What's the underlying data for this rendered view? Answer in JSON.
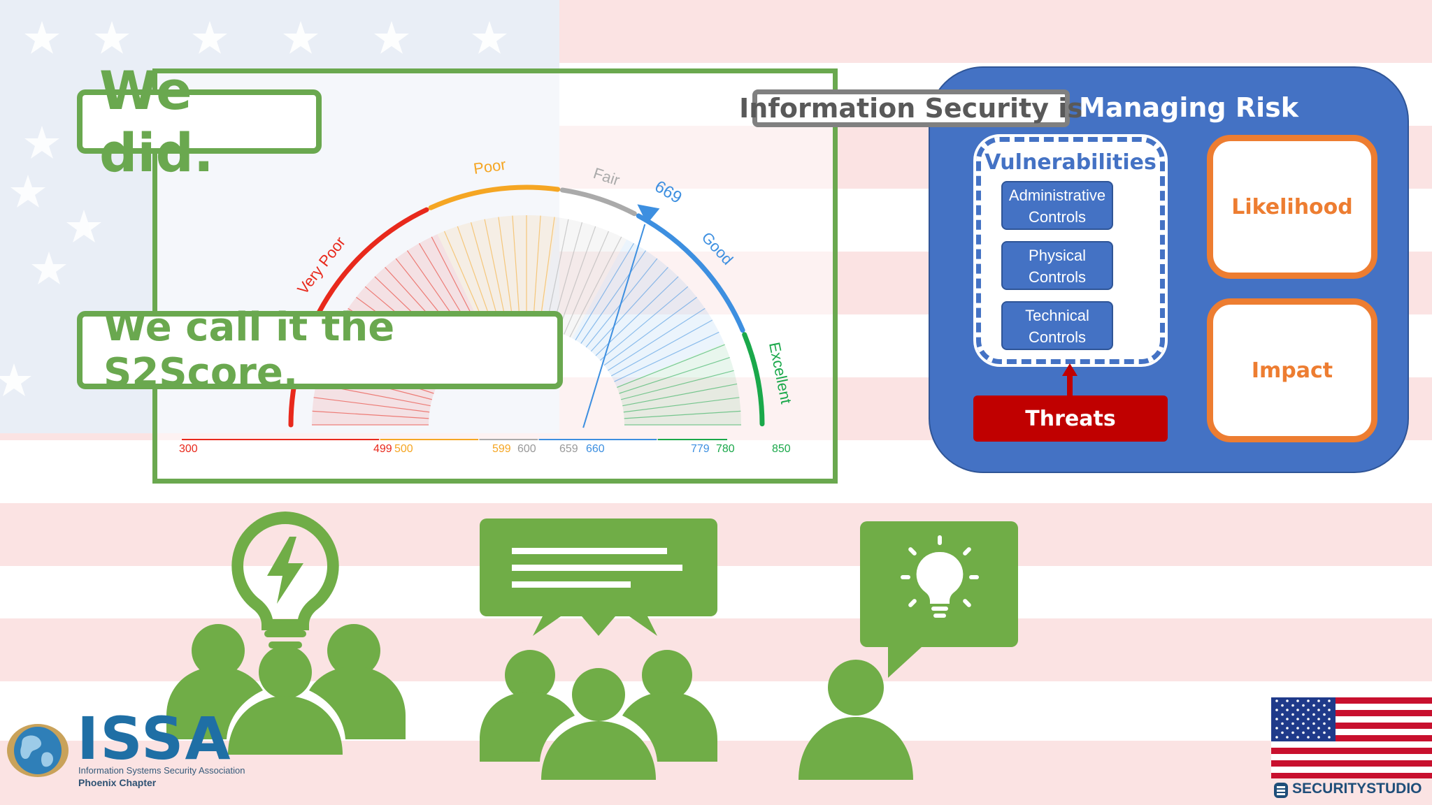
{
  "callouts": {
    "we_did": "We did.",
    "s2score": "We call it the S2Score."
  },
  "gauge": {
    "band_labels": [
      "Very Poor",
      "Poor",
      "Fair",
      "Good",
      "Excellent"
    ],
    "band_colors": [
      "#e8291c",
      "#f5a623",
      "#aaaaaa",
      "#3d8fe0",
      "#1aa84a"
    ],
    "score": "669",
    "scale_min": 300,
    "scale_max": 850,
    "score_value": 669,
    "scale_ticks": [
      {
        "text": "300",
        "color": "#e8291c"
      },
      {
        "text": "499",
        "color": "#e8291c"
      },
      {
        "text": "500",
        "color": "#f5a623"
      },
      {
        "text": "599",
        "color": "#f5a623"
      },
      {
        "text": "600",
        "color": "#999999"
      },
      {
        "text": "659",
        "color": "#999999"
      },
      {
        "text": "660",
        "color": "#3d8fe0"
      },
      {
        "text": "779",
        "color": "#3d8fe0"
      },
      {
        "text": "780",
        "color": "#1aa84a"
      },
      {
        "text": "850",
        "color": "#1aa84a"
      }
    ]
  },
  "risk": {
    "infosec": "Information Security is",
    "managing": "Managing Risk",
    "vulnerabilities": "Vulnerabilities",
    "controls": [
      {
        "line1": "Administrative",
        "line2": "Controls"
      },
      {
        "line1": "Physical",
        "line2": "Controls"
      },
      {
        "line1": "Technical",
        "line2": "Controls"
      }
    ],
    "threats": "Threats",
    "likelihood": "Likelihood",
    "impact": "Impact"
  },
  "logos": {
    "issa": "ISSA",
    "issa_sub": "Information Systems Security Association",
    "issa_chapter": "Phoenix Chapter",
    "securitystudio": "SECURITYSTUDIO"
  },
  "colors": {
    "green": "#6aa84f",
    "icon_green": "#70ad47",
    "blue_panel": "#4472c4",
    "orange": "#ed7d31",
    "threat_red": "#c00000"
  }
}
